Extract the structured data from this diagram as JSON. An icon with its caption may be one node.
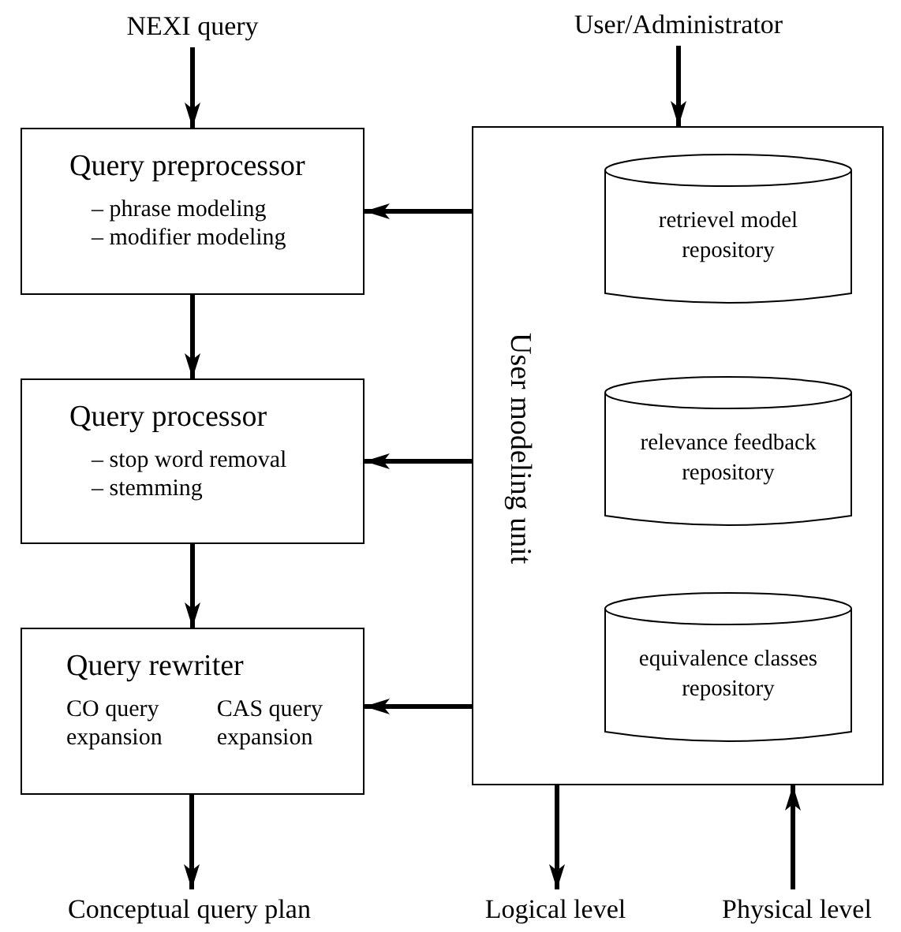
{
  "diagram": {
    "nodes": [
      {
        "text": [
          "NEXI query"
        ]
      },
      {
        "text": [
          "Query preprocessor",
          "– phrase modeling",
          "– modifier modeling"
        ]
      },
      {
        "text": [
          "Query processor",
          "– stop word removal",
          "– stemming"
        ]
      },
      {
        "text": [
          "Query rewriter",
          "CO query expansion",
          "CAS query expansion"
        ]
      },
      {
        "text": [
          "Conceptual query plan"
        ]
      },
      {
        "text": [
          "User/Administrator"
        ]
      },
      {
        "text": [
          "User modeling unit"
        ]
      },
      {
        "text": [
          "retrievel model repository"
        ],
        "in": 6
      },
      {
        "text": [
          "relevance feedback repository"
        ],
        "in": 6
      },
      {
        "text": [
          "equivalence classes repository"
        ],
        "in": 6
      },
      {
        "text": [
          "Logical level"
        ]
      },
      {
        "text": [
          "Physical level"
        ]
      }
    ],
    "edges": [
      {
        "from": 0,
        "to": 1,
        "arrow": "to"
      },
      {
        "from": 1,
        "to": 2,
        "arrow": "to"
      },
      {
        "from": 2,
        "to": 3,
        "arrow": "to"
      },
      {
        "from": 3,
        "to": 4,
        "arrow": "to"
      },
      {
        "from": 5,
        "to": 6,
        "arrow": "to"
      },
      {
        "from": 6,
        "to": 1,
        "arrow": "to"
      },
      {
        "from": 6,
        "to": 2,
        "arrow": "to"
      },
      {
        "from": 6,
        "to": 3,
        "arrow": "to"
      },
      {
        "from": 6,
        "to": 10,
        "arrow": "to"
      },
      {
        "from": 11,
        "to": 6,
        "arrow": "to"
      }
    ]
  }
}
